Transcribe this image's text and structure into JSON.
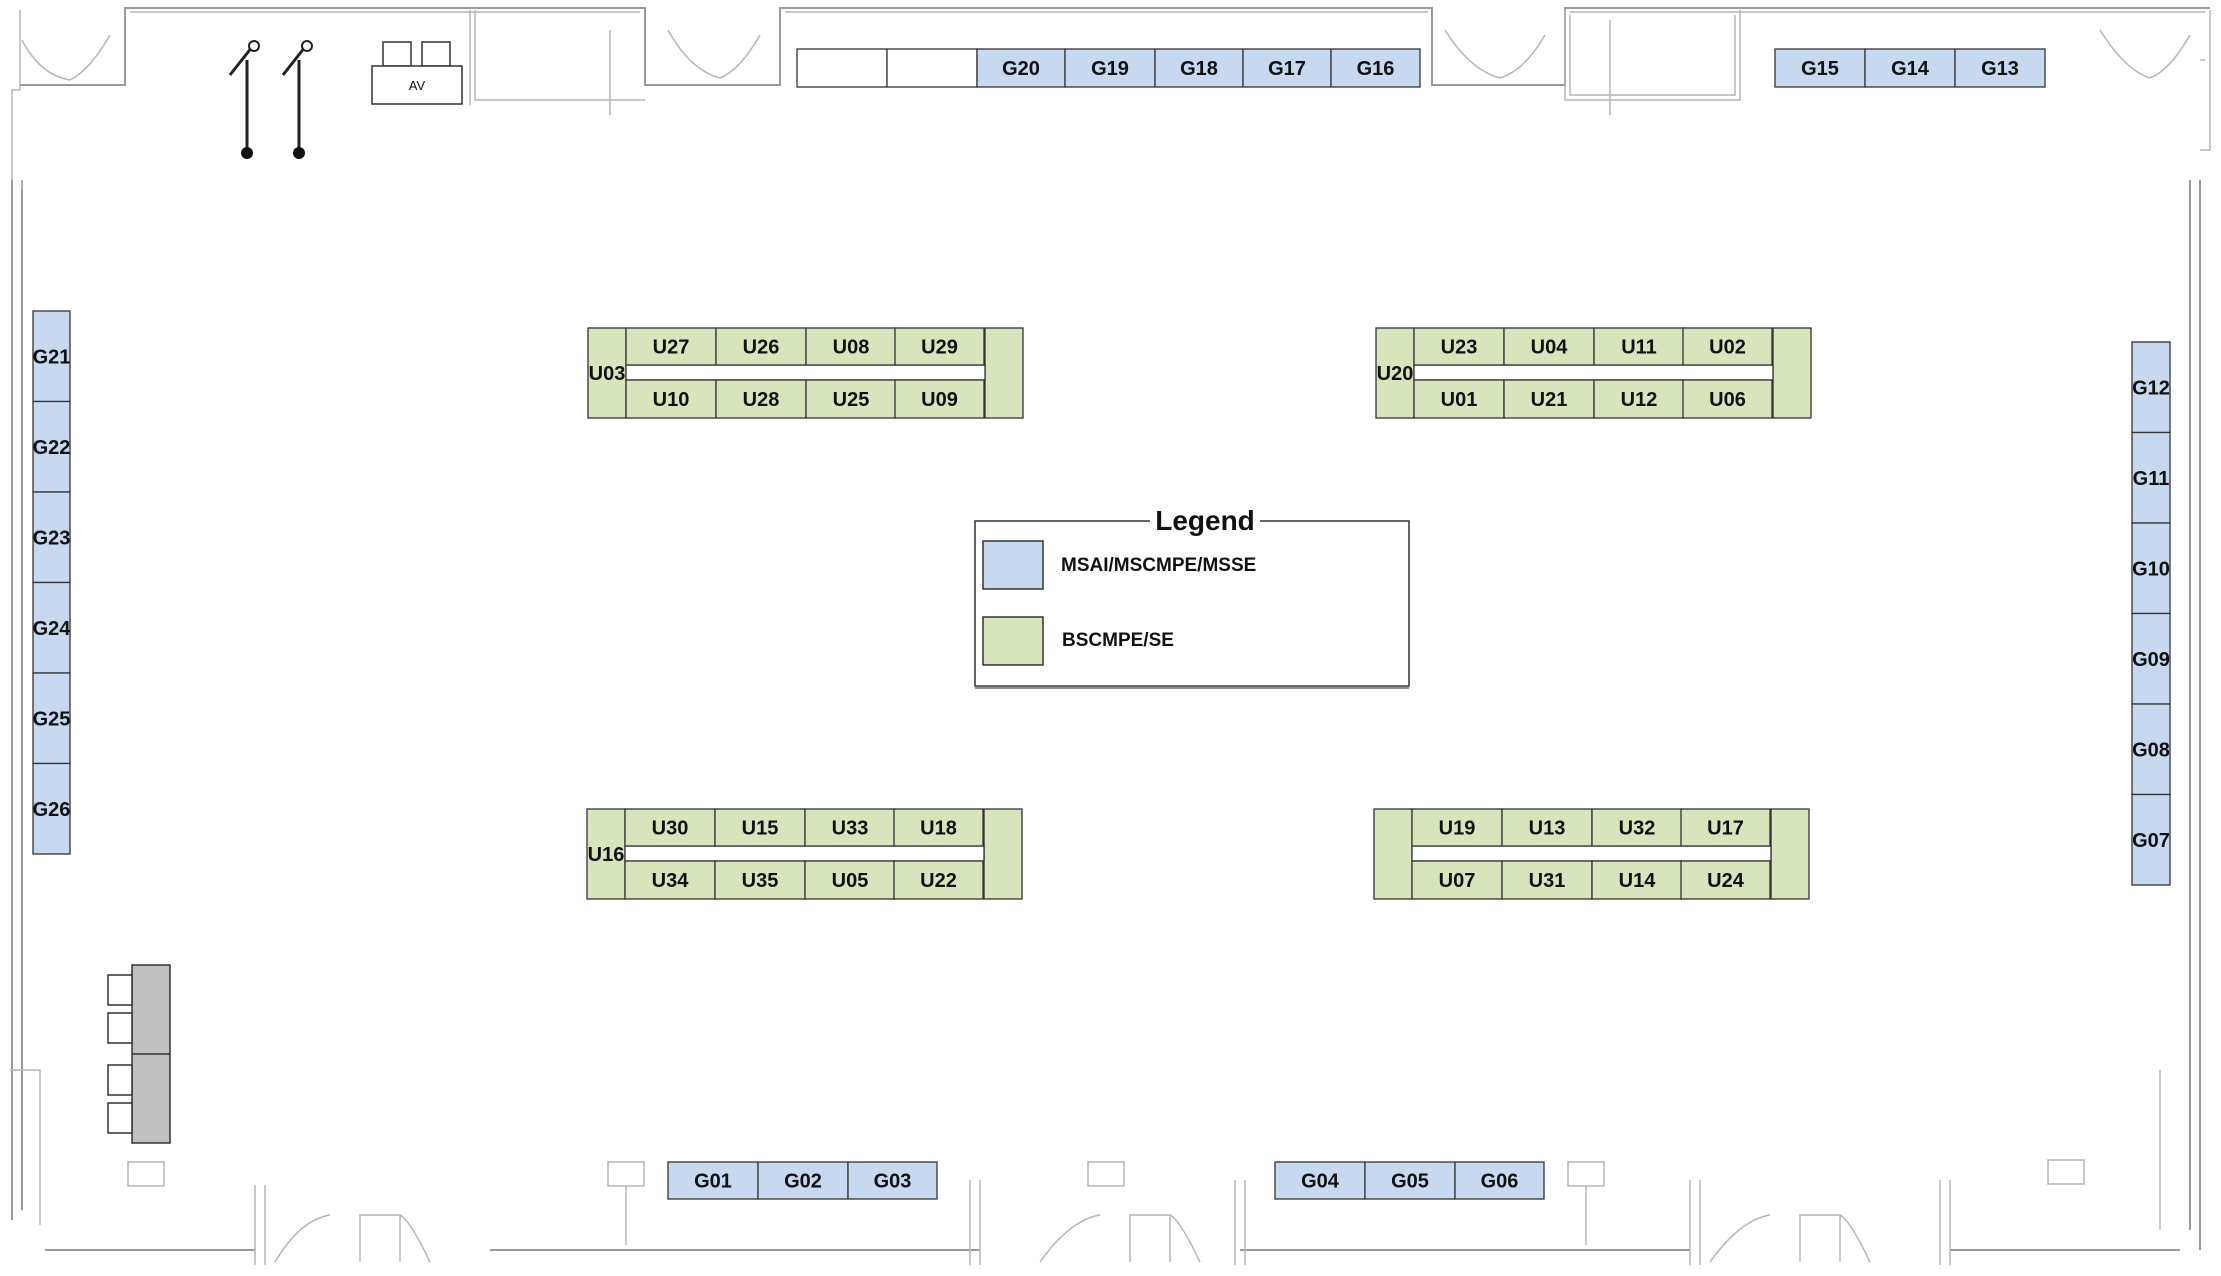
{
  "colors": {
    "grad": "#c6d9f0",
    "undergrad": "#d8e4bc",
    "empty": "#ffffff",
    "border": "#333333",
    "wall": "#9a9a9a",
    "station": "#c0c0c0"
  },
  "av_label": "AV",
  "legend": {
    "title": "Legend",
    "items": [
      {
        "label": "MSAI/MSCMPE/MSSE",
        "color": "#c6d9f0"
      },
      {
        "label": "BSCMPE/SE",
        "color": "#d8e4bc"
      }
    ]
  },
  "top_row_left": [
    "",
    "",
    "G20",
    "G19",
    "G18",
    "G17",
    "G16"
  ],
  "top_row_right": [
    "G15",
    "G14",
    "G13"
  ],
  "left_column": [
    "G21",
    "G22",
    "G23",
    "G24",
    "G25",
    "G26"
  ],
  "right_column": [
    "G12",
    "G11",
    "G10",
    "G09",
    "G08",
    "G07"
  ],
  "bottom_left": [
    "G01",
    "G02",
    "G03"
  ],
  "bottom_right": [
    "G04",
    "G05",
    "G06"
  ],
  "islands": [
    {
      "end_label": "U03",
      "top": [
        "U27",
        "U26",
        "U08",
        "U29"
      ],
      "bottom": [
        "U10",
        "U28",
        "U25",
        "U09"
      ]
    },
    {
      "end_label": "U20",
      "top": [
        "U23",
        "U04",
        "U11",
        "U02"
      ],
      "bottom": [
        "U01",
        "U21",
        "U12",
        "U06"
      ]
    },
    {
      "end_label": "U16",
      "top": [
        "U30",
        "U15",
        "U33",
        "U18"
      ],
      "bottom": [
        "U34",
        "U35",
        "U05",
        "U22"
      ]
    },
    {
      "end_label": "",
      "top": [
        "U19",
        "U13",
        "U32",
        "U17"
      ],
      "bottom": [
        "U07",
        "U31",
        "U14",
        "U24"
      ]
    }
  ]
}
